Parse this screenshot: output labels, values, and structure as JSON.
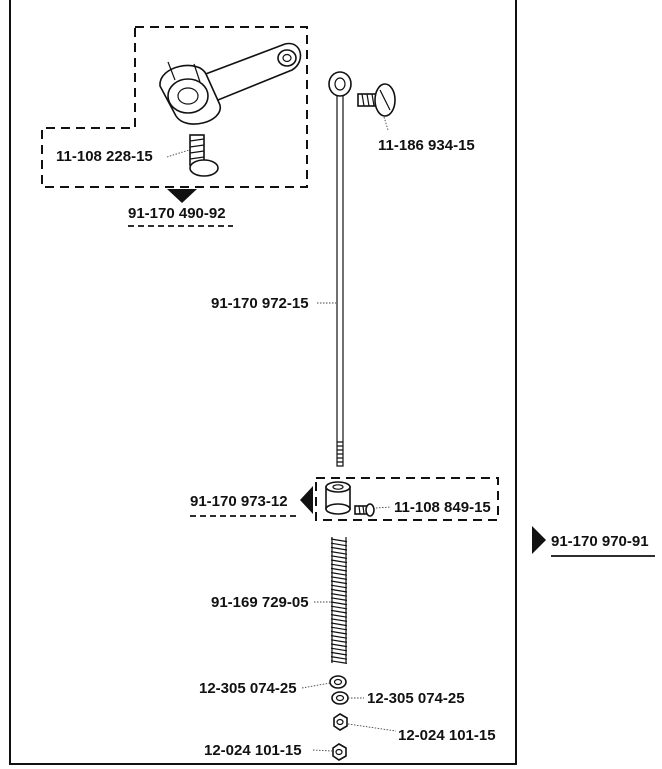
{
  "assemblies": {
    "outer": {
      "number": "91-170 970-91"
    },
    "lever": {
      "number": "91-170 490-92"
    },
    "collar": {
      "number": "91-170 973-12"
    }
  },
  "parts": {
    "lever_screw": "11-108 228-15",
    "top_screw": "11-186 934-15",
    "rod": "91-170 972-15",
    "collar_screw": "11-108 849-15",
    "spring": "91-169 729-05",
    "washer_upper": "12-305 074-25",
    "washer_lower": "12-305 074-25",
    "nut_upper": "12-024 101-15",
    "nut_lower": "12-024 101-15"
  }
}
